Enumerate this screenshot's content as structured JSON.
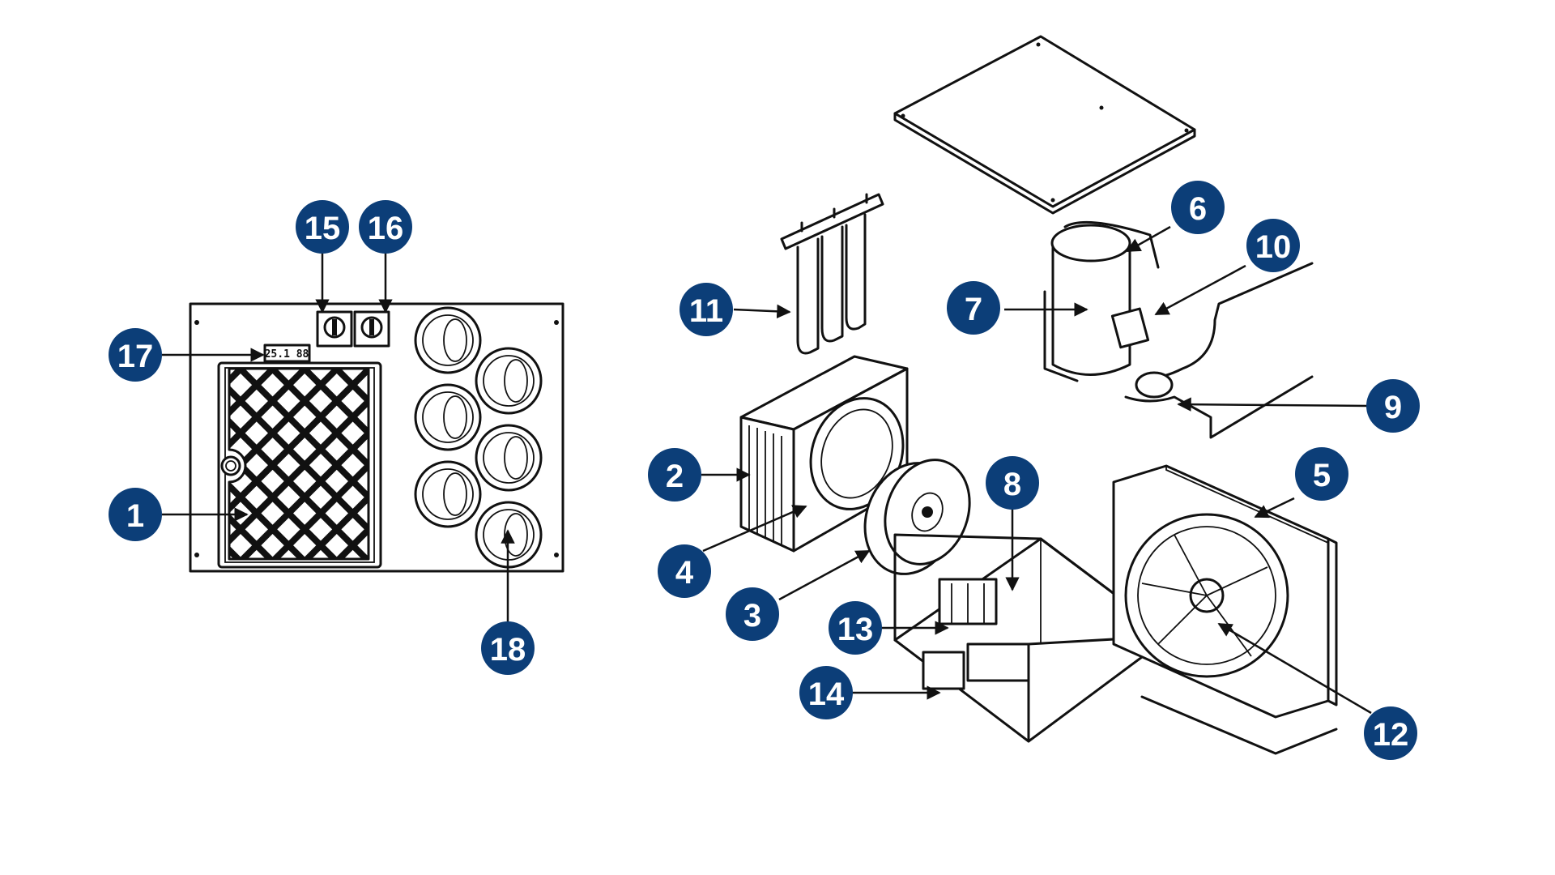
{
  "accent_color": "#0c3e78",
  "callouts": [
    {
      "id": "c1",
      "label": "1"
    },
    {
      "id": "c2",
      "label": "2"
    },
    {
      "id": "c3",
      "label": "3"
    },
    {
      "id": "c4",
      "label": "4"
    },
    {
      "id": "c5",
      "label": "5"
    },
    {
      "id": "c6",
      "label": "6"
    },
    {
      "id": "c7",
      "label": "7"
    },
    {
      "id": "c8",
      "label": "8"
    },
    {
      "id": "c9",
      "label": "9"
    },
    {
      "id": "c10",
      "label": "10"
    },
    {
      "id": "c11",
      "label": "11"
    },
    {
      "id": "c12",
      "label": "12"
    },
    {
      "id": "c13",
      "label": "13"
    },
    {
      "id": "c14",
      "label": "14"
    },
    {
      "id": "c15",
      "label": "15"
    },
    {
      "id": "c16",
      "label": "16"
    },
    {
      "id": "c17",
      "label": "17"
    },
    {
      "id": "c18",
      "label": "18"
    }
  ],
  "display_readout": "25.1 88"
}
